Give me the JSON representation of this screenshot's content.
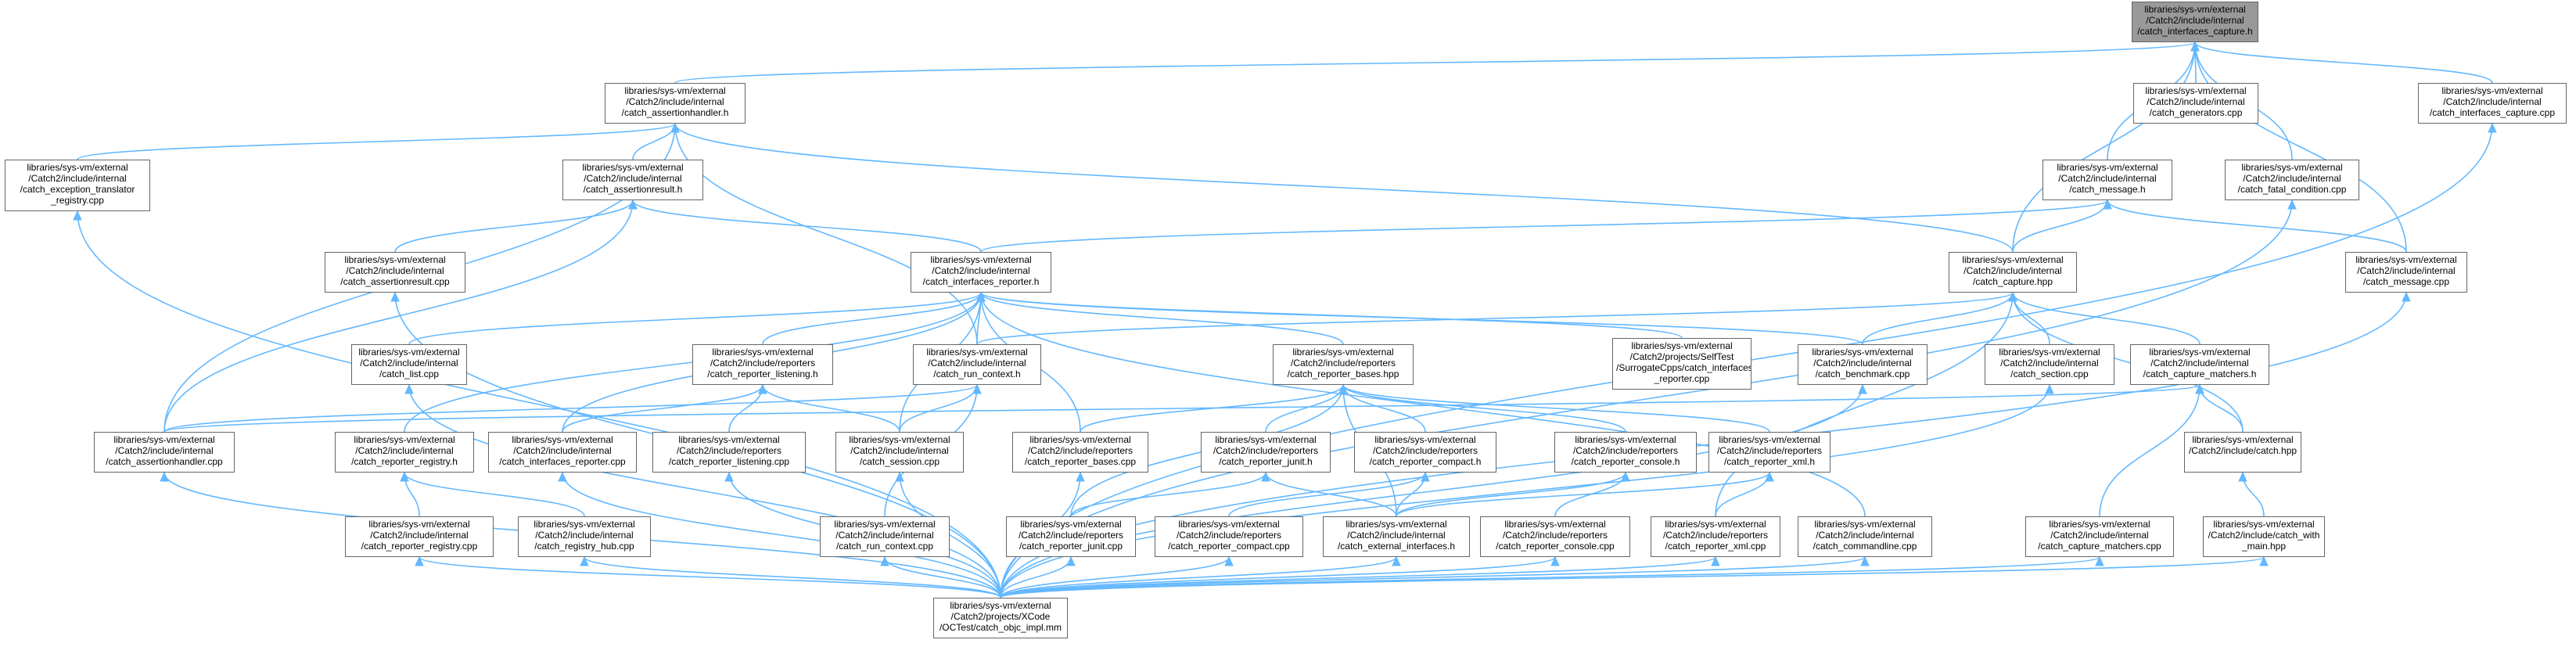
{
  "diagram": {
    "type": "include-dependency-graph",
    "colors": {
      "edge": "#63b8ff",
      "node_border": "#666666",
      "focus_fill": "#999999",
      "background": "#ffffff"
    },
    "nodes": [
      {
        "id": "capture_h",
        "focus": true,
        "lines": [
          "libraries/sys-vm/external",
          "/Catch2/include/internal",
          "/catch_interfaces_capture.h"
        ]
      },
      {
        "id": "assertionhandler_h",
        "lines": [
          "libraries/sys-vm/external",
          "/Catch2/include/internal",
          "/catch_assertionhandler.h"
        ]
      },
      {
        "id": "generators_cpp",
        "lines": [
          "libraries/sys-vm/external",
          "/Catch2/include/internal",
          "/catch_generators.cpp"
        ]
      },
      {
        "id": "interfaces_capture_cpp",
        "lines": [
          "libraries/sys-vm/external",
          "/Catch2/include/internal",
          "/catch_interfaces_capture.cpp"
        ]
      },
      {
        "id": "exception_translator_cpp",
        "lines": [
          "libraries/sys-vm/external",
          "/Catch2/include/internal",
          "/catch_exception_translator",
          "_registry.cpp"
        ]
      },
      {
        "id": "assertionresult_h",
        "lines": [
          "libraries/sys-vm/external",
          "/Catch2/include/internal",
          "/catch_assertionresult.h"
        ]
      },
      {
        "id": "message_h",
        "lines": [
          "libraries/sys-vm/external",
          "/Catch2/include/internal",
          "/catch_message.h"
        ]
      },
      {
        "id": "fatal_condition_cpp",
        "lines": [
          "libraries/sys-vm/external",
          "/Catch2/include/internal",
          "/catch_fatal_condition.cpp"
        ]
      },
      {
        "id": "assertionresult_cpp",
        "lines": [
          "libraries/sys-vm/external",
          "/Catch2/include/internal",
          "/catch_assertionresult.cpp"
        ]
      },
      {
        "id": "interfaces_reporter_h",
        "lines": [
          "libraries/sys-vm/external",
          "/Catch2/include/internal",
          "/catch_interfaces_reporter.h"
        ]
      },
      {
        "id": "capture_hpp",
        "lines": [
          "libraries/sys-vm/external",
          "/Catch2/include/internal",
          "/catch_capture.hpp"
        ]
      },
      {
        "id": "message_cpp",
        "lines": [
          "libraries/sys-vm/external",
          "/Catch2/include/internal",
          "/catch_message.cpp"
        ]
      },
      {
        "id": "list_cpp",
        "lines": [
          "libraries/sys-vm/external",
          "/Catch2/include/internal",
          "/catch_list.cpp"
        ]
      },
      {
        "id": "reporter_listening_h",
        "lines": [
          "libraries/sys-vm/external",
          "/Catch2/include/reporters",
          "/catch_reporter_listening.h"
        ]
      },
      {
        "id": "run_context_h",
        "lines": [
          "libraries/sys-vm/external",
          "/Catch2/include/internal",
          "/catch_run_context.h"
        ]
      },
      {
        "id": "reporter_bases_hpp",
        "lines": [
          "libraries/sys-vm/external",
          "/Catch2/include/reporters",
          "/catch_reporter_bases.hpp"
        ]
      },
      {
        "id": "surrogate_cpp",
        "lines": [
          "libraries/sys-vm/external",
          "/Catch2/projects/SelfTest",
          "/SurrogateCpps/catch_interfaces",
          "_reporter.cpp"
        ]
      },
      {
        "id": "benchmark_cpp",
        "lines": [
          "libraries/sys-vm/external",
          "/Catch2/include/internal",
          "/catch_benchmark.cpp"
        ]
      },
      {
        "id": "section_cpp",
        "lines": [
          "libraries/sys-vm/external",
          "/Catch2/include/internal",
          "/catch_section.cpp"
        ]
      },
      {
        "id": "capture_matchers_h",
        "lines": [
          "libraries/sys-vm/external",
          "/Catch2/include/internal",
          "/catch_capture_matchers.h"
        ]
      },
      {
        "id": "assertionhandler_cpp",
        "lines": [
          "libraries/sys-vm/external",
          "/Catch2/include/internal",
          "/catch_assertionhandler.cpp"
        ]
      },
      {
        "id": "reporter_registry_h",
        "lines": [
          "libraries/sys-vm/external",
          "/Catch2/include/internal",
          "/catch_reporter_registry.h"
        ]
      },
      {
        "id": "interfaces_reporter_cpp",
        "lines": [
          "libraries/sys-vm/external",
          "/Catch2/include/internal",
          "/catch_interfaces_reporter.cpp"
        ]
      },
      {
        "id": "reporter_listening_cpp",
        "lines": [
          "libraries/sys-vm/external",
          "/Catch2/include/reporters",
          "/catch_reporter_listening.cpp"
        ]
      },
      {
        "id": "session_cpp",
        "lines": [
          "libraries/sys-vm/external",
          "/Catch2/include/internal",
          "/catch_session.cpp"
        ]
      },
      {
        "id": "reporter_bases_cpp",
        "lines": [
          "libraries/sys-vm/external",
          "/Catch2/include/reporters",
          "/catch_reporter_bases.cpp"
        ]
      },
      {
        "id": "reporter_junit_h",
        "lines": [
          "libraries/sys-vm/external",
          "/Catch2/include/reporters",
          "/catch_reporter_junit.h"
        ]
      },
      {
        "id": "reporter_compact_h",
        "lines": [
          "libraries/sys-vm/external",
          "/Catch2/include/reporters",
          "/catch_reporter_compact.h"
        ]
      },
      {
        "id": "reporter_console_h",
        "lines": [
          "libraries/sys-vm/external",
          "/Catch2/include/reporters",
          "/catch_reporter_console.h"
        ]
      },
      {
        "id": "reporter_xml_h",
        "lines": [
          "libraries/sys-vm/external",
          "/Catch2/include/reporters",
          "/catch_reporter_xml.h"
        ]
      },
      {
        "id": "catch_hpp",
        "lines": [
          "libraries/sys-vm/external",
          "/Catch2/include/catch.hpp"
        ]
      },
      {
        "id": "reporter_registry_cpp",
        "lines": [
          "libraries/sys-vm/external",
          "/Catch2/include/internal",
          "/catch_reporter_registry.cpp"
        ]
      },
      {
        "id": "registry_hub_cpp",
        "lines": [
          "libraries/sys-vm/external",
          "/Catch2/include/internal",
          "/catch_registry_hub.cpp"
        ]
      },
      {
        "id": "run_context_cpp",
        "lines": [
          "libraries/sys-vm/external",
          "/Catch2/include/internal",
          "/catch_run_context.cpp"
        ]
      },
      {
        "id": "reporter_junit_cpp",
        "lines": [
          "libraries/sys-vm/external",
          "/Catch2/include/reporters",
          "/catch_reporter_junit.cpp"
        ]
      },
      {
        "id": "reporter_compact_cpp",
        "lines": [
          "libraries/sys-vm/external",
          "/Catch2/include/reporters",
          "/catch_reporter_compact.cpp"
        ]
      },
      {
        "id": "external_interfaces_h",
        "lines": [
          "libraries/sys-vm/external",
          "/Catch2/include/internal",
          "/catch_external_interfaces.h"
        ]
      },
      {
        "id": "reporter_console_cpp",
        "lines": [
          "libraries/sys-vm/external",
          "/Catch2/include/reporters",
          "/catch_reporter_console.cpp"
        ]
      },
      {
        "id": "reporter_xml_cpp",
        "lines": [
          "libraries/sys-vm/external",
          "/Catch2/include/reporters",
          "/catch_reporter_xml.cpp"
        ]
      },
      {
        "id": "commandline_cpp",
        "lines": [
          "libraries/sys-vm/external",
          "/Catch2/include/internal",
          "/catch_commandline.cpp"
        ]
      },
      {
        "id": "capture_matchers_cpp",
        "lines": [
          "libraries/sys-vm/external",
          "/Catch2/include/internal",
          "/catch_capture_matchers.cpp"
        ]
      },
      {
        "id": "catch_with_main_hpp",
        "lines": [
          "libraries/sys-vm/external",
          "/Catch2/include/catch_with",
          "_main.hpp"
        ]
      },
      {
        "id": "objc_impl_mm",
        "lines": [
          "libraries/sys-vm/external",
          "/Catch2/projects/XCode",
          "/OCTest/catch_objc_impl.mm"
        ]
      }
    ],
    "edges": [
      [
        "assertionhandler_h",
        "capture_h"
      ],
      [
        "generators_cpp",
        "capture_h"
      ],
      [
        "interfaces_capture_cpp",
        "capture_h"
      ],
      [
        "message_h",
        "capture_h"
      ],
      [
        "fatal_condition_cpp",
        "capture_h"
      ],
      [
        "capture_hpp",
        "capture_h"
      ],
      [
        "message_cpp",
        "capture_h"
      ],
      [
        "exception_translator_cpp",
        "assertionhandler_h"
      ],
      [
        "assertionresult_h",
        "assertionhandler_h"
      ],
      [
        "run_context_h",
        "assertionhandler_h"
      ],
      [
        "capture_hpp",
        "assertionhandler_h"
      ],
      [
        "assertionhandler_cpp",
        "assertionhandler_h"
      ],
      [
        "assertionresult_cpp",
        "assertionresult_h"
      ],
      [
        "interfaces_reporter_h",
        "assertionresult_h"
      ],
      [
        "assertionhandler_cpp",
        "assertionresult_h"
      ],
      [
        "interfaces_reporter_h",
        "message_h"
      ],
      [
        "capture_hpp",
        "message_h"
      ],
      [
        "message_cpp",
        "message_h"
      ],
      [
        "list_cpp",
        "interfaces_reporter_h"
      ],
      [
        "reporter_listening_h",
        "interfaces_reporter_h"
      ],
      [
        "run_context_h",
        "interfaces_reporter_h"
      ],
      [
        "reporter_bases_hpp",
        "interfaces_reporter_h"
      ],
      [
        "surrogate_cpp",
        "interfaces_reporter_h"
      ],
      [
        "benchmark_cpp",
        "interfaces_reporter_h"
      ],
      [
        "reporter_registry_h",
        "interfaces_reporter_h"
      ],
      [
        "interfaces_reporter_cpp",
        "interfaces_reporter_h"
      ],
      [
        "session_cpp",
        "interfaces_reporter_h"
      ],
      [
        "reporter_bases_cpp",
        "interfaces_reporter_h"
      ],
      [
        "commandline_cpp",
        "interfaces_reporter_h"
      ],
      [
        "run_context_h",
        "capture_hpp"
      ],
      [
        "benchmark_cpp",
        "capture_hpp"
      ],
      [
        "section_cpp",
        "capture_hpp"
      ],
      [
        "capture_matchers_h",
        "capture_hpp"
      ],
      [
        "catch_hpp",
        "capture_hpp"
      ],
      [
        "reporter_xml_cpp",
        "capture_hpp"
      ],
      [
        "interfaces_reporter_cpp",
        "reporter_listening_h"
      ],
      [
        "reporter_listening_cpp",
        "reporter_listening_h"
      ],
      [
        "session_cpp",
        "reporter_listening_h"
      ],
      [
        "assertionhandler_cpp",
        "run_context_h"
      ],
      [
        "session_cpp",
        "run_context_h"
      ],
      [
        "run_context_cpp",
        "run_context_h"
      ],
      [
        "reporter_bases_cpp",
        "reporter_bases_hpp"
      ],
      [
        "reporter_junit_h",
        "reporter_bases_hpp"
      ],
      [
        "reporter_compact_h",
        "reporter_bases_hpp"
      ],
      [
        "reporter_console_h",
        "reporter_bases_hpp"
      ],
      [
        "reporter_xml_h",
        "reporter_bases_hpp"
      ],
      [
        "reporter_junit_cpp",
        "reporter_bases_hpp"
      ],
      [
        "external_interfaces_h",
        "reporter_bases_hpp"
      ],
      [
        "catch_hpp",
        "capture_matchers_h"
      ],
      [
        "capture_matchers_cpp",
        "capture_matchers_h"
      ],
      [
        "assertionhandler_cpp",
        "capture_matchers_h"
      ],
      [
        "reporter_registry_cpp",
        "reporter_registry_h"
      ],
      [
        "registry_hub_cpp",
        "reporter_registry_h"
      ],
      [
        "reporter_junit_cpp",
        "reporter_junit_h"
      ],
      [
        "external_interfaces_h",
        "reporter_junit_h"
      ],
      [
        "reporter_compact_cpp",
        "reporter_compact_h"
      ],
      [
        "external_interfaces_h",
        "reporter_compact_h"
      ],
      [
        "reporter_console_cpp",
        "reporter_console_h"
      ],
      [
        "external_interfaces_h",
        "reporter_console_h"
      ],
      [
        "reporter_xml_cpp",
        "reporter_xml_h"
      ],
      [
        "external_interfaces_h",
        "reporter_xml_h"
      ],
      [
        "catch_with_main_hpp",
        "catch_hpp"
      ],
      [
        "objc_impl_mm",
        "exception_translator_cpp"
      ],
      [
        "objc_impl_mm",
        "assertionresult_cpp"
      ],
      [
        "objc_impl_mm",
        "list_cpp"
      ],
      [
        "objc_impl_mm",
        "assertionhandler_cpp"
      ],
      [
        "objc_impl_mm",
        "reporter_registry_cpp"
      ],
      [
        "objc_impl_mm",
        "registry_hub_cpp"
      ],
      [
        "objc_impl_mm",
        "interfaces_reporter_cpp"
      ],
      [
        "objc_impl_mm",
        "reporter_listening_cpp"
      ],
      [
        "objc_impl_mm",
        "session_cpp"
      ],
      [
        "objc_impl_mm",
        "run_context_cpp"
      ],
      [
        "objc_impl_mm",
        "reporter_bases_cpp"
      ],
      [
        "objc_impl_mm",
        "reporter_junit_cpp"
      ],
      [
        "objc_impl_mm",
        "reporter_compact_cpp"
      ],
      [
        "objc_impl_mm",
        "external_interfaces_h"
      ],
      [
        "objc_impl_mm",
        "reporter_console_cpp"
      ],
      [
        "objc_impl_mm",
        "reporter_xml_cpp"
      ],
      [
        "objc_impl_mm",
        "commandline_cpp"
      ],
      [
        "objc_impl_mm",
        "benchmark_cpp"
      ],
      [
        "objc_impl_mm",
        "section_cpp"
      ],
      [
        "objc_impl_mm",
        "capture_matchers_cpp"
      ],
      [
        "objc_impl_mm",
        "catch_with_main_hpp"
      ],
      [
        "objc_impl_mm",
        "message_cpp"
      ],
      [
        "objc_impl_mm",
        "fatal_condition_cpp"
      ],
      [
        "objc_impl_mm",
        "interfaces_capture_cpp"
      ]
    ]
  }
}
